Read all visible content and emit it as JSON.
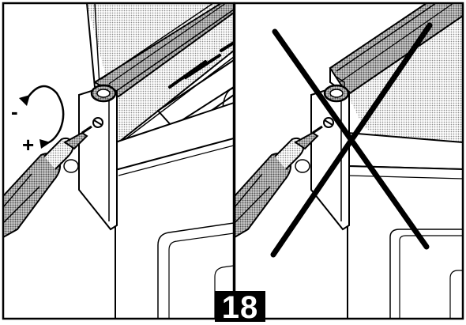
{
  "step": {
    "number": "18"
  },
  "rotation": {
    "minus_sign": "-",
    "plus_sign": "+"
  },
  "panels": [
    {
      "id": "left",
      "meaning": "correct"
    },
    {
      "id": "right",
      "meaning": "incorrect"
    }
  ],
  "colors": {
    "ink": "#000000",
    "paper": "#ffffff",
    "stipple": "#9a9a9a",
    "cross": "#000000"
  },
  "icons": [
    "screwdriver-icon",
    "rotation-arrow-icon",
    "cross-out-icon"
  ]
}
